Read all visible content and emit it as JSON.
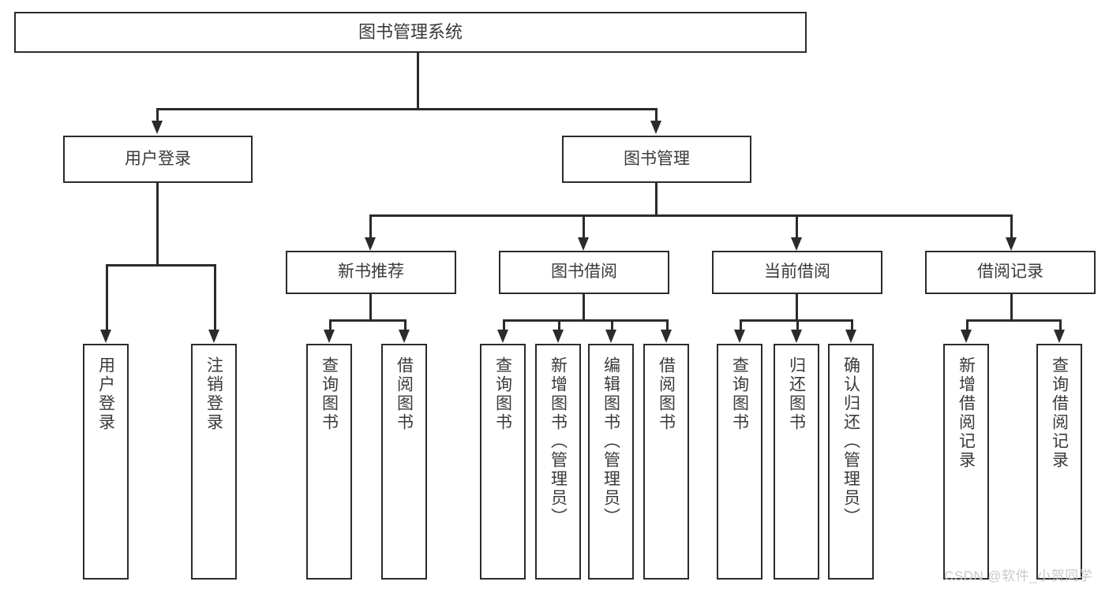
{
  "diagram": {
    "title": "图书管理系统",
    "type": "tree",
    "watermark": "CSDN @软件_小贺同学",
    "colors": {
      "stroke": "#2b2b2b",
      "text": "#3a3a3a",
      "background": "#ffffff",
      "watermark": "#c9c9c9"
    },
    "root": {
      "label": "图书管理系统"
    },
    "level1": [
      {
        "label": "用户登录"
      },
      {
        "label": "图书管理"
      }
    ],
    "level2": [
      {
        "label": "新书推荐"
      },
      {
        "label": "图书借阅"
      },
      {
        "label": "当前借阅"
      },
      {
        "label": "借阅记录"
      }
    ],
    "leaves": {
      "user_login": [
        {
          "label": "用户登录"
        },
        {
          "label": "注销登录"
        }
      ],
      "new_book_recommend": [
        {
          "label": "查询图书"
        },
        {
          "label": "借阅图书"
        }
      ],
      "book_borrow": [
        {
          "label": "查询图书"
        },
        {
          "label": "新增图书（管理员）"
        },
        {
          "label": "编辑图书（管理员）"
        },
        {
          "label": "借阅图书"
        }
      ],
      "current_borrow": [
        {
          "label": "查询图书"
        },
        {
          "label": "归还图书"
        },
        {
          "label": "确认归还（管理员）"
        }
      ],
      "borrow_record": [
        {
          "label": "新增借阅记录"
        },
        {
          "label": "查询借阅记录"
        }
      ]
    }
  }
}
